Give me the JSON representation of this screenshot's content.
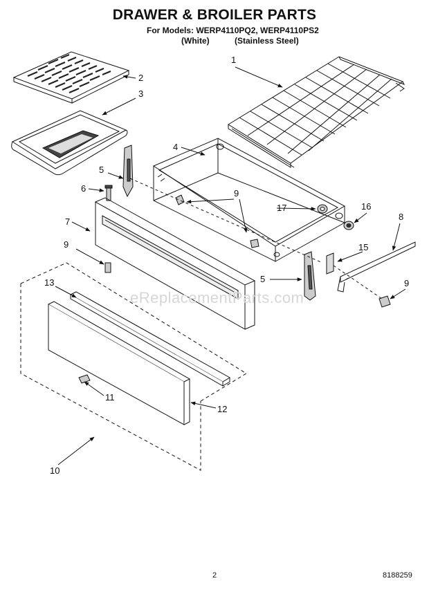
{
  "header": {
    "title": "DRAWER & BROILER PARTS",
    "models_line": "For Models: WERP4110PQ2, WERP4110PS2",
    "variant_white": "(White)",
    "variant_steel": "(Stainless Steel)"
  },
  "callouts": {
    "c1": "1",
    "c2": "2",
    "c3": "3",
    "c4": "4",
    "c5a": "5",
    "c5b": "5",
    "c6": "6",
    "c7": "7",
    "c8": "8",
    "c9a": "9",
    "c9b": "9",
    "c9c": "9",
    "c10": "10",
    "c11": "11",
    "c12": "12",
    "c13": "13",
    "c15": "15",
    "c16": "16",
    "c17": "17"
  },
  "watermark": "eReplacementParts.com",
  "footer": {
    "page_number": "2",
    "document_number": "8188259"
  }
}
